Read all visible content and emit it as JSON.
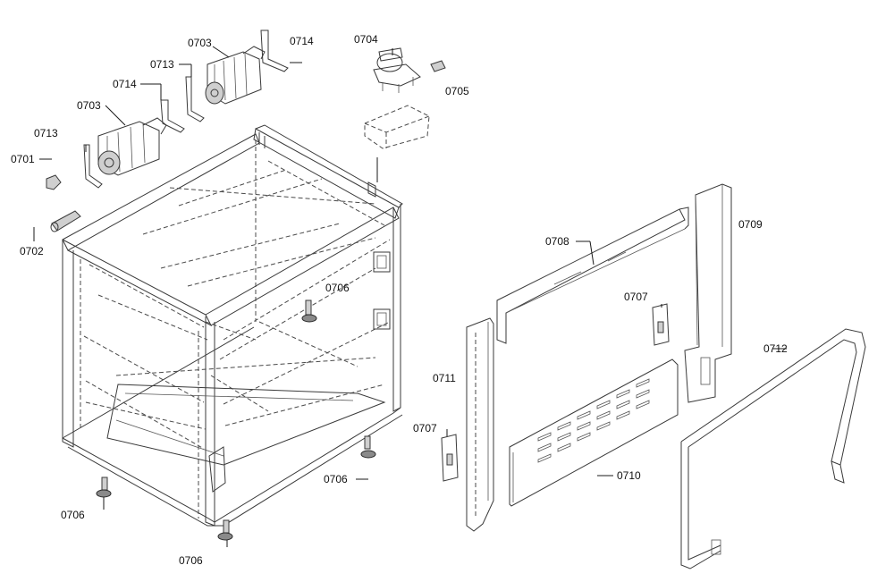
{
  "callouts": [
    {
      "id": "c0703a",
      "text": "0703"
    },
    {
      "id": "c0714a",
      "text": "0714"
    },
    {
      "id": "c0704",
      "text": "0704"
    },
    {
      "id": "c0713a",
      "text": "0713"
    },
    {
      "id": "c0705",
      "text": "0705"
    },
    {
      "id": "c0714b",
      "text": "0714"
    },
    {
      "id": "c0703b",
      "text": "0703"
    },
    {
      "id": "c0713b",
      "text": "0713"
    },
    {
      "id": "c0701",
      "text": "0701"
    },
    {
      "id": "c0702",
      "text": "0702"
    },
    {
      "id": "c0708",
      "text": "0708"
    },
    {
      "id": "c0709",
      "text": "0709"
    },
    {
      "id": "c0706a",
      "text": "0706"
    },
    {
      "id": "c0707a",
      "text": "0707"
    },
    {
      "id": "c0712",
      "text": "0712"
    },
    {
      "id": "c0711",
      "text": "0711"
    },
    {
      "id": "c0707b",
      "text": "0707"
    },
    {
      "id": "c0706b",
      "text": "0706"
    },
    {
      "id": "c0710",
      "text": "0710"
    },
    {
      "id": "c0706c",
      "text": "0706"
    },
    {
      "id": "c0706d",
      "text": "0706"
    }
  ]
}
